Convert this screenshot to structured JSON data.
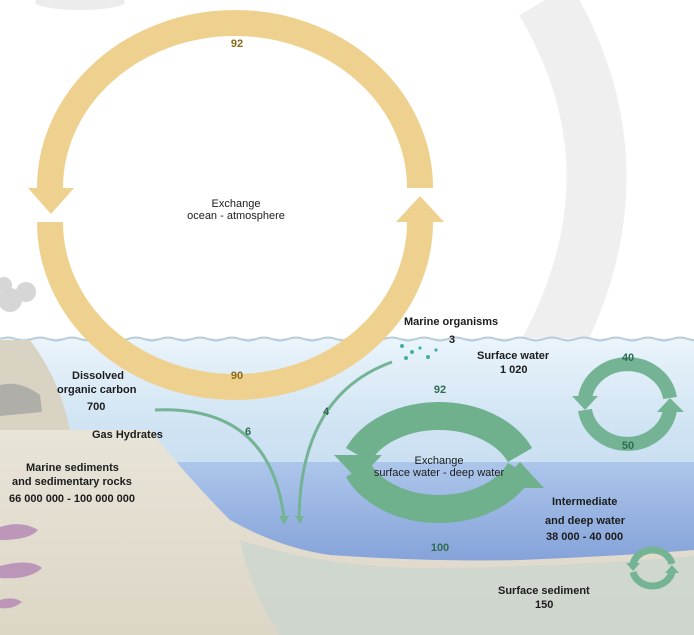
{
  "exchange_ocean_atmosphere": {
    "title": "Exchange",
    "subtitle": "ocean - atmosphere",
    "flux_top": "92",
    "flux_bottom": "90"
  },
  "exchange_surface_deep": {
    "title": "Exchange",
    "subtitle": "surface water - deep water",
    "flux_top": "92",
    "flux_bottom": "100"
  },
  "small_cycle_upper": {
    "top": "40",
    "bottom": "50"
  },
  "marine_organisms": {
    "label": "Marine organisms",
    "value": "3"
  },
  "surface_water": {
    "label": "Surface water",
    "value": "1 020"
  },
  "dissolved_organic_carbon": {
    "line1": "Dissolved",
    "line2": "organic carbon",
    "value": "700"
  },
  "gas_hydrates": {
    "label": "Gas Hydrates"
  },
  "marine_sediments": {
    "line1": "Marine sediments",
    "line2": "and sedimentary rocks",
    "value": "66 000 000 - 100 000 000"
  },
  "intermediate_deep_water": {
    "line1": "Intermediate",
    "line2": "and deep water",
    "value": "38 000 - 40 000"
  },
  "surface_sediment": {
    "label": "Surface sediment",
    "value": "150"
  },
  "flux_down_doc": "6",
  "flux_up_doc": "4",
  "colors": {
    "atmosphere_cycle": "#efd18f",
    "ocean_cycle": "#6fb08d",
    "surface_water": "#d6e9f6",
    "deep_water": "#8fb0df",
    "seabed": "#e3dfd3"
  }
}
